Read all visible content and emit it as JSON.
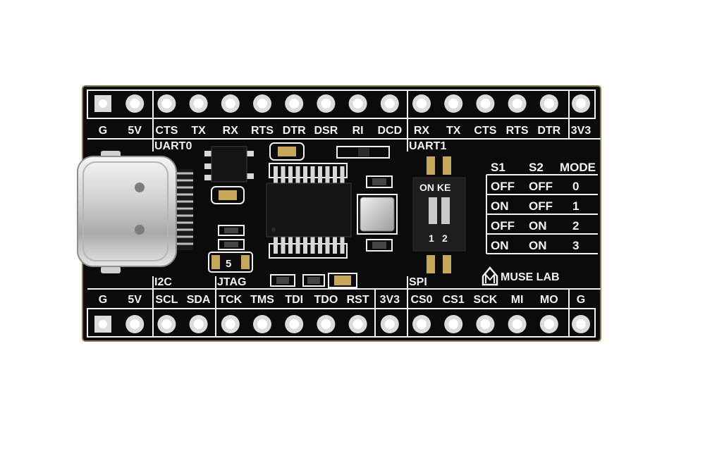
{
  "board": {
    "top_pins": [
      "G",
      "5V",
      "CTS",
      "TX",
      "RX",
      "RTS",
      "DTR",
      "DSR",
      "RI",
      "DCD",
      "RX",
      "TX",
      "CTS",
      "RTS",
      "DTR",
      "3V3"
    ],
    "bottom_pins": [
      "G",
      "5V",
      "SCL",
      "SDA",
      "TCK",
      "TMS",
      "TDI",
      "TDO",
      "RST",
      "3V3",
      "CS0",
      "CS1",
      "SCK",
      "MI",
      "MO",
      "G"
    ],
    "group_uart0": "UART0",
    "group_uart1": "UART1",
    "group_i2c": "I2C",
    "group_jtag": "JTAG",
    "group_spi": "SPI",
    "mode_table": {
      "headers": [
        "S1",
        "S2",
        "MODE"
      ],
      "rows": [
        [
          "OFF",
          "OFF",
          "0"
        ],
        [
          "ON",
          "OFF",
          "1"
        ],
        [
          "OFF",
          "ON",
          "2"
        ],
        [
          "ON",
          "ON",
          "3"
        ]
      ]
    },
    "dip_switch": {
      "label": "ON KE",
      "positions": [
        "1",
        "2"
      ]
    },
    "small_component_label": "5",
    "brand": "MUSE LAB",
    "colors": {
      "pcb": "#0b0b0b",
      "silkscreen": "#f2f2f2",
      "pad": "#dcdcdc",
      "metal": "#c9c9c9"
    }
  }
}
